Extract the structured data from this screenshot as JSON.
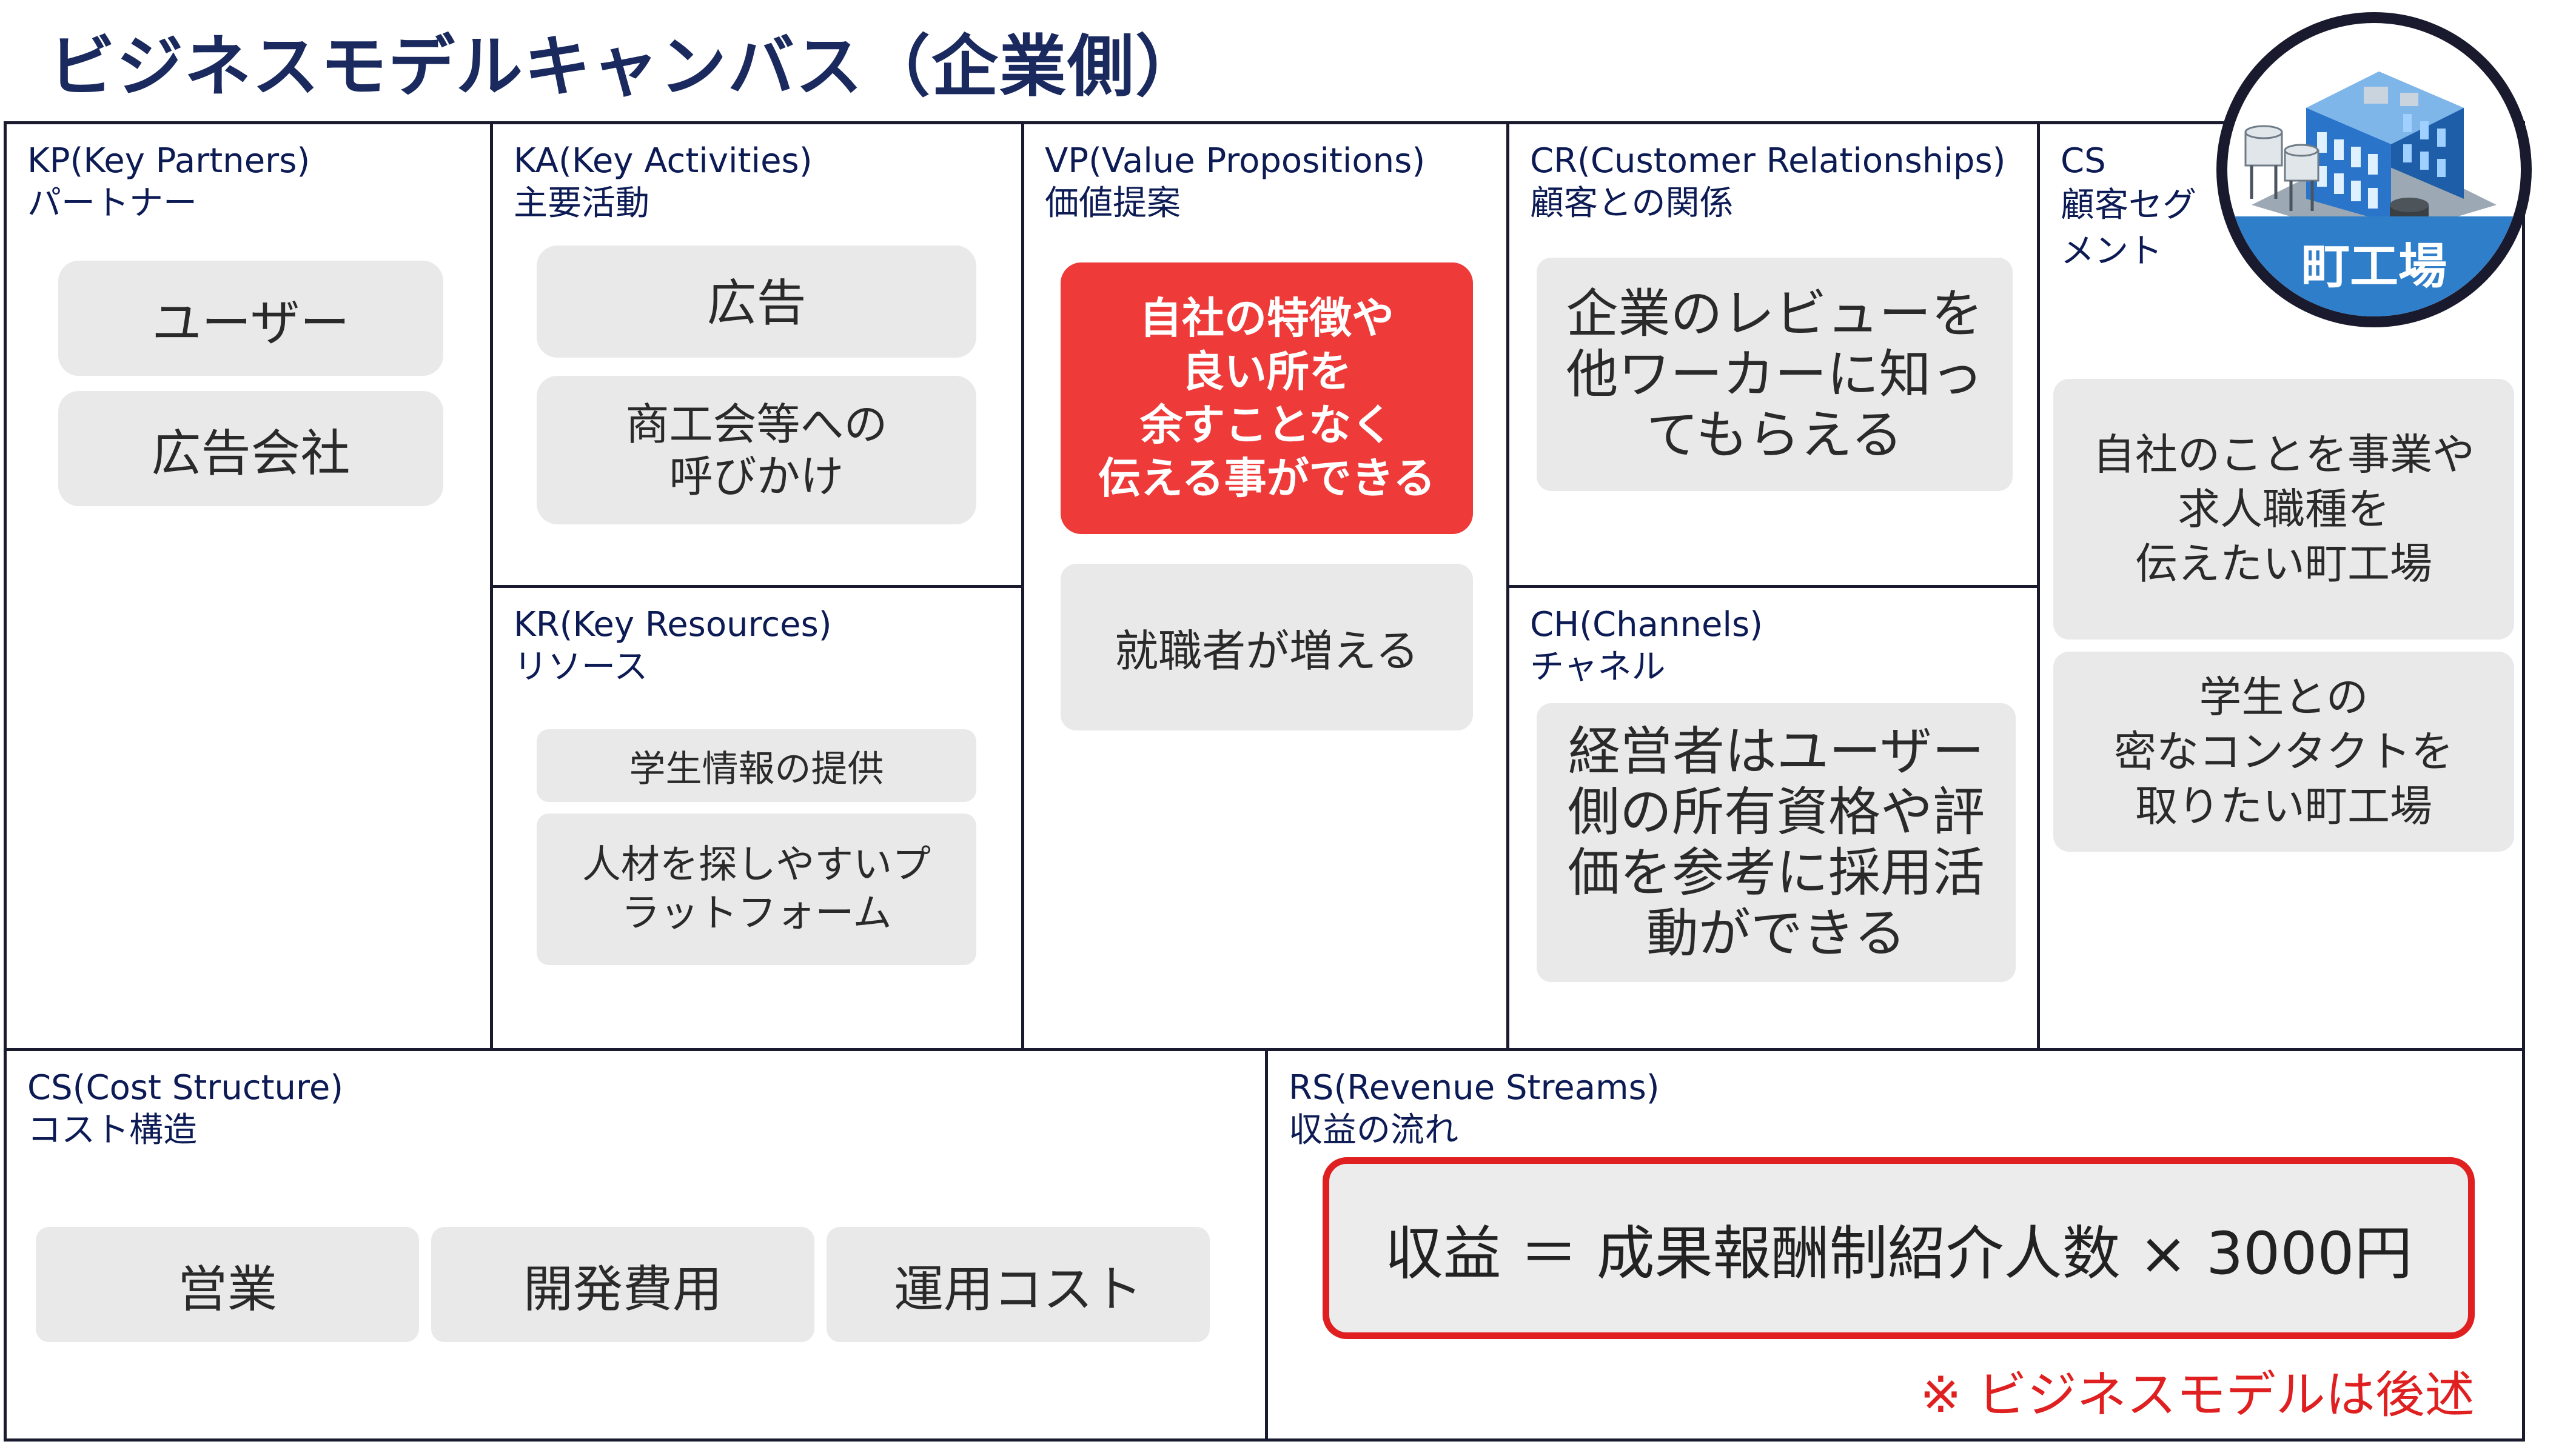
{
  "title": "ビジネスモデルキャンバス（企業側）",
  "badge": {
    "label": "町工場",
    "icon": "factory-building-icon"
  },
  "kp": {
    "title": "KP(Key Partners)",
    "subtitle": "パートナー",
    "items": [
      "ユーザー",
      "広告会社"
    ]
  },
  "ka": {
    "title": "KA(Key Activities)",
    "subtitle": "主要活動",
    "items": [
      "広告",
      "商工会等への\n呼びかけ"
    ]
  },
  "kr": {
    "title": "KR(Key Resources)",
    "subtitle": "リソース",
    "items": [
      "学生情報の提供",
      "人材を探しやすいプ\nラットフォーム"
    ]
  },
  "vp": {
    "title": "VP(Value Propositions)",
    "subtitle": "価値提案",
    "highlight": "自社の特徴や\n良い所を\n余すことなく\n伝える事ができる",
    "items": [
      "就職者が増える"
    ]
  },
  "cr": {
    "title": "CR(Customer Relationships)",
    "subtitle": "顧客との関係",
    "items": [
      "企業のレビューを\n他ワーカーに知っ\nてもらえる"
    ]
  },
  "ch": {
    "title": "CH(Channels)",
    "subtitle": "チャネル",
    "items": [
      "経営者はユーザー\n側の所有資格や評\n価を参考に採用活\n動ができる"
    ]
  },
  "cs": {
    "title": "CS",
    "subtitle": "顧客セグ\nメント",
    "items": [
      "自社のことを事業や\n求人職種を\n伝えたい町工場",
      "学生との\n密なコンタクトを\n取りたい町工場"
    ]
  },
  "cost": {
    "title": "CS(Cost Structure)",
    "subtitle": "コスト構造",
    "items": [
      "営業",
      "開発費用",
      "運用コスト"
    ]
  },
  "rs": {
    "title": "RS(Revenue Streams)",
    "subtitle": "収益の流れ",
    "formula": "収益 ＝ 成果報酬制紹介人数 × 3000円",
    "note": "※ ビジネスモデルは後述"
  },
  "colors": {
    "title": "#1a2a5e",
    "border": "#1a1a2e",
    "box": "#e9e9e9",
    "highlight": "#ef3a3a",
    "accent_red": "#e02020",
    "badge_blue": "#2f7ec9"
  }
}
